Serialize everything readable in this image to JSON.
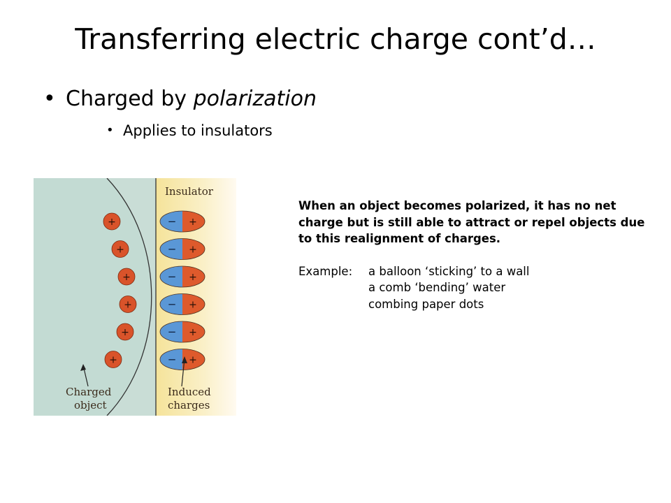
{
  "slide": {
    "title": "Transferring electric charge cont’d…",
    "bullet_main_prefix": "Charged by ",
    "bullet_main_emphasis": "polarization",
    "bullet_sub": "Applies to insulators"
  },
  "figure": {
    "label_insulator": "Insulator",
    "label_charged_line1": "Charged",
    "label_charged_line2": "object",
    "label_induced_line1": "Induced",
    "label_induced_line2": "charges",
    "plus_sign": "+",
    "minus_sign": "−",
    "charge_count": 6,
    "colors": {
      "object_fill": "#c9ddd6",
      "insulator_fill": "#f7e9a8",
      "charge_fill": "#d9532a",
      "dipole_negative": "#5a97d6",
      "dipole_positive": "#de5a2c"
    }
  },
  "explanation": {
    "paragraph": "When an object becomes polarized, it has no net charge but is still able to attract or repel objects due to this realignment of charges.",
    "example_label": "Example:",
    "examples": [
      "a balloon ‘sticking’ to a wall",
      "a comb ‘bending’ water",
      "combing paper dots"
    ]
  }
}
